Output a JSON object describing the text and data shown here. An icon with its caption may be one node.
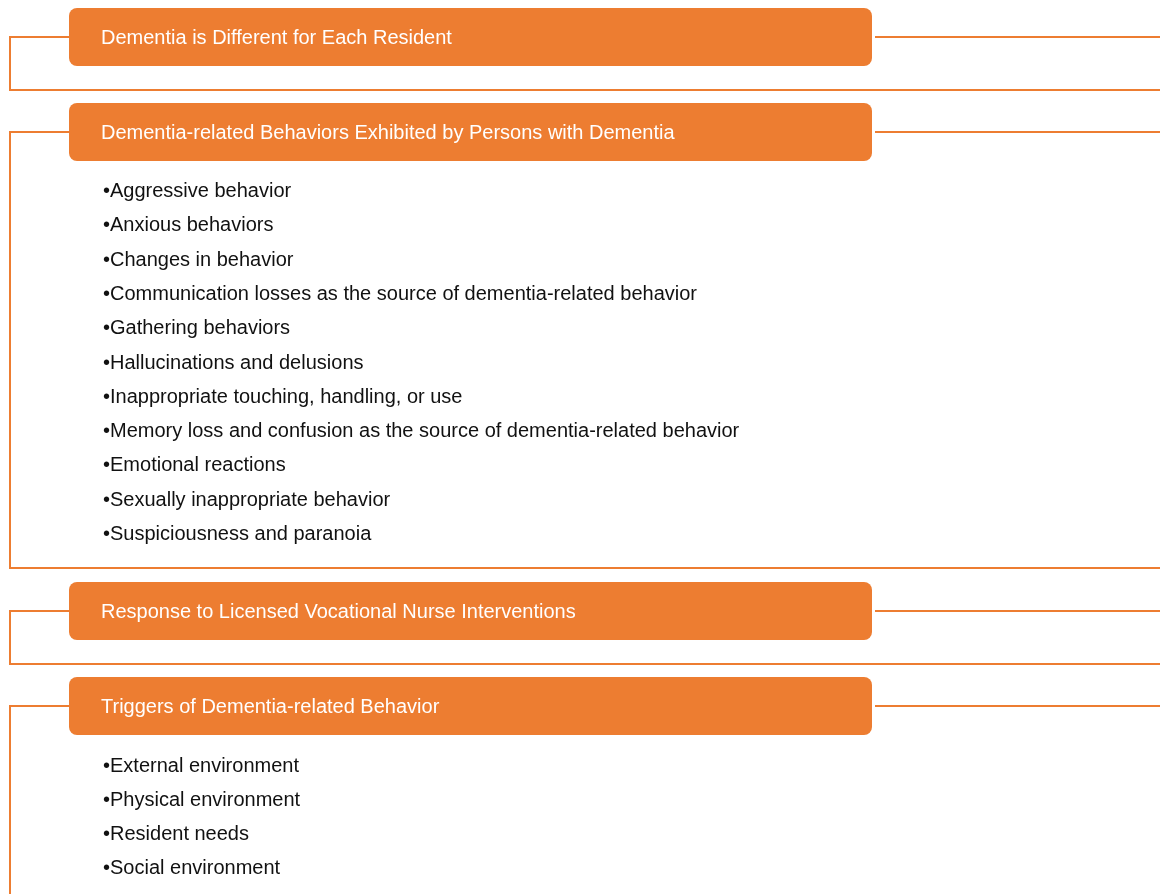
{
  "diagram": {
    "nodes": [
      {
        "text": [
          "Dementia is Different for Each Resident"
        ]
      },
      {
        "text": [
          "Dementia-related Behaviors Exhibited by Persons with Dementia"
        ]
      },
      {
        "text": [
          "Response to Licensed Vocational Nurse Interventions"
        ]
      },
      {
        "text": [
          "Triggers of Dementia-related Behavior"
        ]
      }
    ],
    "labels": [
      "•Aggressive behavior",
      "•Anxious behaviors",
      "•Changes in behavior",
      "•Communication losses as the source of dementia-related behavior",
      "•Gathering behaviors",
      "•Hallucinations and delusions",
      "•Inappropriate touching, handling, or use",
      "•Memory loss and confusion as the source of dementia-related behavior",
      "•Emotional reactions",
      "•Sexually inappropriate behavior",
      "•Suspiciousness and paranoia",
      "•External environment",
      "•Physical environment",
      "•Resident needs",
      "•Social environment"
    ]
  }
}
